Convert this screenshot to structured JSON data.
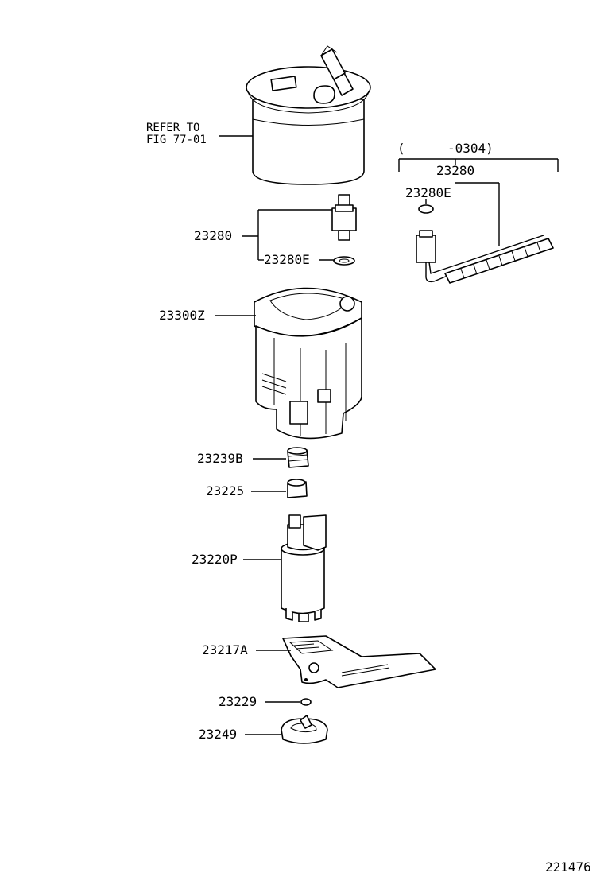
{
  "figure_id": "221476",
  "reference_note": {
    "line1": "REFER TO",
    "line2": "FIG 77-01"
  },
  "callout": {
    "range_open": "(",
    "range_end": "-0304)",
    "part_main": "23280",
    "part_sub": "23280E"
  },
  "parts": {
    "p23280": "23280",
    "p23280e": "23280E",
    "p23300z": "23300Z",
    "p23239b": "23239B",
    "p23225": "23225",
    "p23220p": "23220P",
    "p23217a": "23217A",
    "p23229": "23229",
    "p23249": "23249"
  }
}
